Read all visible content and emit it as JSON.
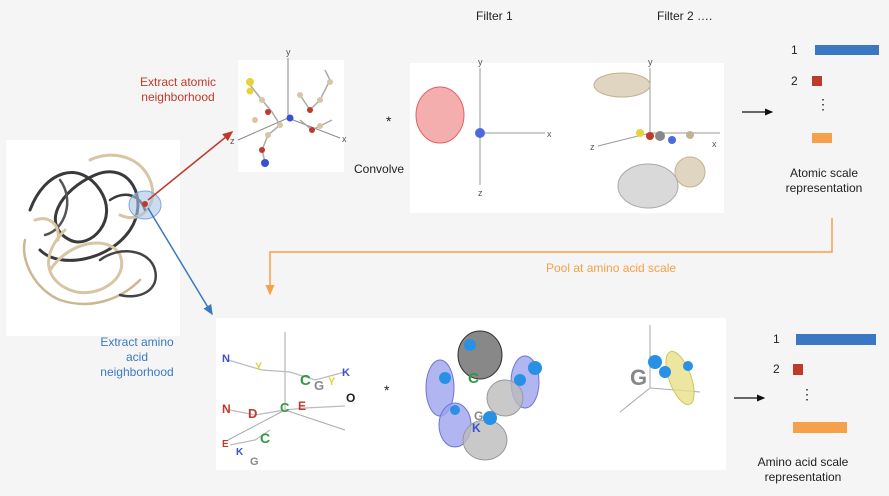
{
  "labels": {
    "filter1": "Filter 1",
    "filter2": "Filter 2 ….",
    "extract_atomic": "Extract atomic neighborhood",
    "convolve": "Convolve",
    "pool": "Pool at amino acid scale",
    "extract_aa": "Extract amino acid neighborhood",
    "atomic_rep": "Atomic scale representation",
    "aa_rep": "Amino acid scale representation",
    "star": "*",
    "ellipsis": "⋮",
    "arrow": "→"
  },
  "atomic_output": {
    "rows": [
      {
        "label": "1",
        "value": 1.0,
        "color": "#3b78c2"
      },
      {
        "label": "2",
        "value": 0.15,
        "color": "#c0392b"
      },
      {
        "label": "",
        "value": 0.32,
        "color": "#f5a04a"
      }
    ]
  },
  "aa_output": {
    "rows": [
      {
        "label": "1",
        "value": 1.0,
        "color": "#3b78c2"
      },
      {
        "label": "2",
        "value": 0.12,
        "color": "#c0392b"
      },
      {
        "label": "",
        "value": 0.68,
        "color": "#f5a04a"
      }
    ]
  },
  "axis_letters": {
    "x": "x",
    "y": "y",
    "z": "z"
  },
  "residue_letters": {
    "n": "N",
    "d": "D",
    "c": "C",
    "e": "E",
    "g": "G",
    "k": "K",
    "y": "Y",
    "o": "O"
  },
  "colors": {
    "atomic_arrow": "#c0392b",
    "aa_arrow": "#3b78c2",
    "pool_arrow": "#f5a04a",
    "pool_text": "#f5a04a",
    "extract_atomic_text": "#c0392b",
    "extract_aa_text": "#3b78c2"
  }
}
